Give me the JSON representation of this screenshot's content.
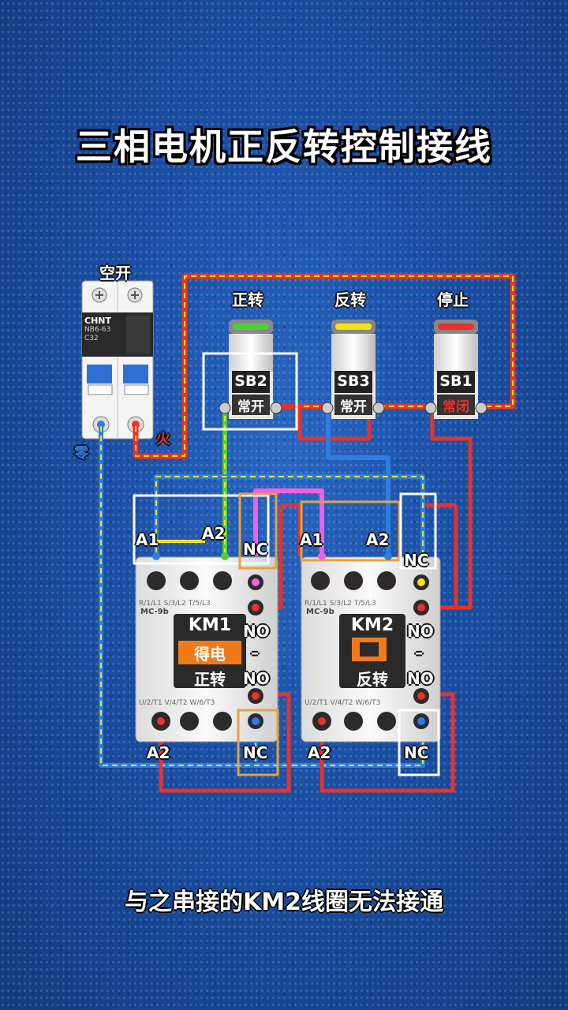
{
  "title": "三相电机正反转控制接线",
  "subtitle": "与之串接的KM2线圈无法接通",
  "breaker": {
    "label": "空开",
    "brand": "CHNT",
    "model": "NB6-63",
    "rating": "C32",
    "neutral_label": "零",
    "live_label": "火"
  },
  "buttons": [
    {
      "top_label": "正转",
      "id": "SB2",
      "type": "常开"
    },
    {
      "top_label": "反转",
      "id": "SB3",
      "type": "常开"
    },
    {
      "top_label": "停止",
      "id": "SB1",
      "type": "常闭"
    }
  ],
  "contactors": [
    {
      "id": "KM1",
      "state": "得电",
      "function": "正转",
      "model": "MC-9b",
      "coil_a1": "A1",
      "coil_a2": "A2",
      "nc_top": "NC",
      "no_1": "NO",
      "no_2": "NO",
      "nc_bottom": "NC",
      "a2_bottom": "A2",
      "top_terms": "R/1/L1   S/3/L2   T/5/L3",
      "bot_terms": "U/2/T1   V/4/T2   W/6/T3"
    },
    {
      "id": "KM2",
      "state": "",
      "function": "反转",
      "model": "MC-9b",
      "coil_a1": "A1",
      "coil_a2": "A2",
      "nc_top": "NC",
      "no_1": "NO",
      "no_2": "NO",
      "nc_bottom": "NC",
      "a2_bottom": "A2",
      "top_terms": "R/1/L1   S/3/L2   T/5/L3",
      "bot_terms": "U/2/T1   V/4/T2   W/6/T3"
    }
  ],
  "colors": {
    "live": "#e8322a",
    "neutral": "#2f7de0",
    "energized": "#f5e21a",
    "switch_wire": "#4fce3a",
    "interlock": "#f060e0",
    "highlight_box": "#e8a23a"
  }
}
